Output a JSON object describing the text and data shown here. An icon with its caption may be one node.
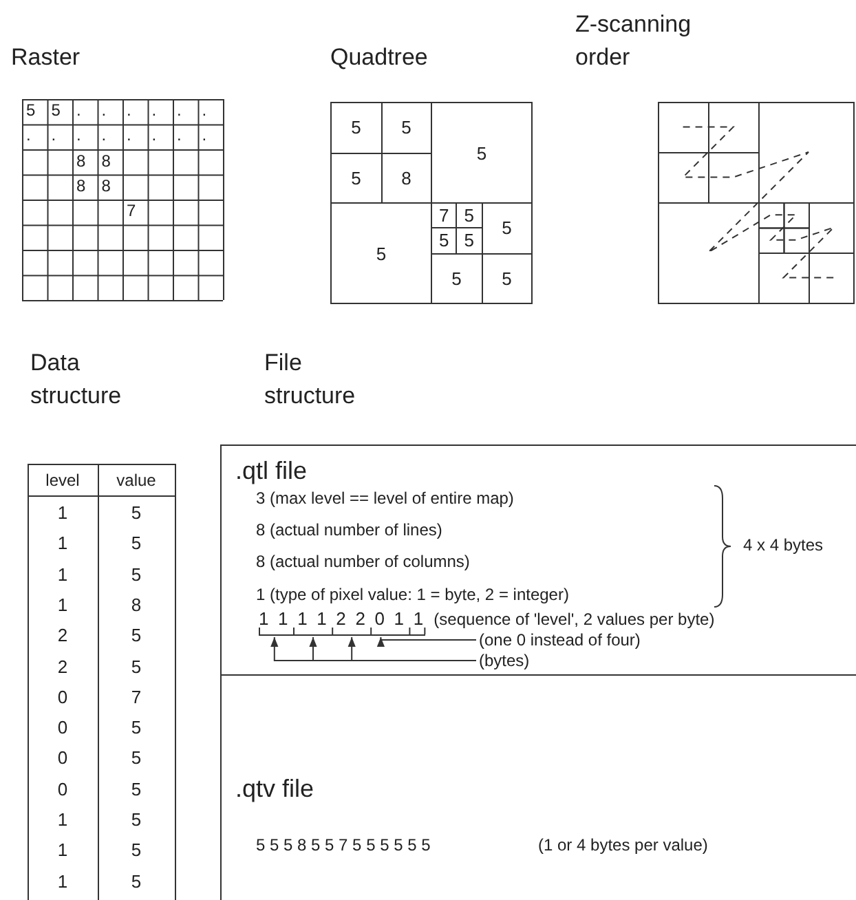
{
  "diagram": {
    "nodes": [
      {
        "text": [
          ".qtl file",
          "3 (max level == level of entire map)",
          "8 (actual number of lines)",
          "8 (actual number of columns)",
          "1 (type of pixel value: 1 = byte, 2 = integer)"
        ]
      },
      {
        "text": [
          "1 1 1 1 2 2 0 1 1"
        ],
        "in": 0,
        "beside": [
          "(sequence of 'level', 2 values per byte)"
        ]
      },
      {
        "text": [
          "(one 0 instead of four)"
        ],
        "in": 0
      },
      {
        "text": [
          "(bytes)"
        ],
        "in": 0
      },
      {
        "text": [
          ".qtv file",
          "5 5 5 8 5 5 7 5 5 5 5 5 5",
          "(1 or 4 bytes per value)"
        ]
      }
    ],
    "edges": [
      {
        "from": 2,
        "to": 1,
        "arrow": "to"
      },
      {
        "from": 3,
        "to": 1,
        "arrow": "to"
      },
      {
        "from": 3,
        "to": 1,
        "arrow": "to"
      },
      {
        "from": 3,
        "to": 1,
        "arrow": "to"
      }
    ],
    "labels": [
      "Raster",
      "5",
      "5",
      ".",
      ".",
      ".",
      ".",
      ".",
      ".",
      ".",
      ".",
      ".",
      ".",
      ".",
      ".",
      ".",
      ".",
      "8",
      "8",
      "8",
      "8",
      "7",
      "Quadtree",
      "5",
      "5",
      "5",
      "5",
      "8",
      "7",
      "5",
      "5",
      "5",
      "5",
      "5",
      "5",
      "5",
      "Z-scanning order",
      "Data structure",
      "level",
      "value",
      "1",
      "5",
      "1",
      "5",
      "1",
      "5",
      "1",
      "8",
      "2",
      "5",
      "2",
      "5",
      "0",
      "7",
      "0",
      "5",
      "0",
      "5",
      "0",
      "5",
      "1",
      "5",
      "1",
      "5",
      "1",
      "5",
      "File structure",
      "4 x 4 bytes"
    ]
  }
}
